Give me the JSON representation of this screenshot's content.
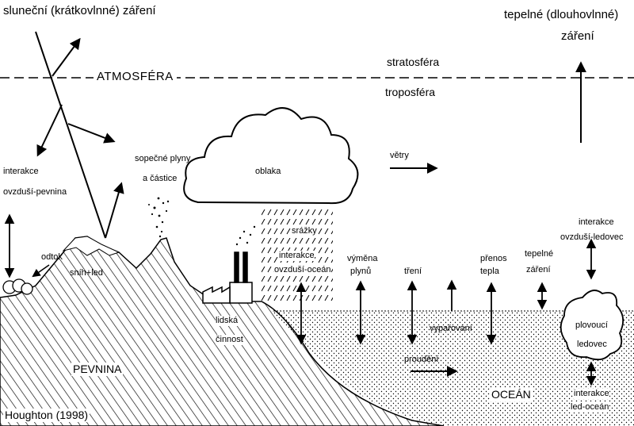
{
  "labels": {
    "solar": "sluneční (krátkovlnné) záření",
    "thermal_line1": "tepelné (dlouhovlnné)",
    "thermal_line2": "záření",
    "atmosphere": "ATMOSFÉRA",
    "stratosphere": "stratosféra",
    "troposphere": "troposféra",
    "air_land_1": "interakce",
    "air_land_2": "ovzduší-pevnina",
    "volcanic_1": "sopečné plyny",
    "volcanic_2": "a částice",
    "clouds": "oblaka",
    "winds": "větry",
    "runoff": "odtok",
    "snow_ice": "sníh+led",
    "precip": "srážky",
    "air_ocean_1": "interakce",
    "air_ocean_2": "ovzduší-oceán",
    "gas_1": "výměna",
    "gas_2": "plynů",
    "friction": "tření",
    "heat_1": "přenos",
    "heat_2": "tepla",
    "thermal_rad_1": "tepelné",
    "thermal_rad_2": "záření",
    "air_ice_1": "interakce",
    "air_ice_2": "ovzduší-ledovec",
    "evaporation": "vypařování",
    "human_1": "lidská",
    "human_2": "činnost",
    "land": "PEVNINA",
    "currents": "proudění",
    "ocean": "OCEÁN",
    "floating_1": "plovoucí",
    "floating_2": "ledovec",
    "ice_ocean_1": "interakce",
    "ice_ocean_2": "led-oceán",
    "source": "Houghton (1998)"
  },
  "colors": {
    "ink": "#000000",
    "paper": "#ffffff"
  }
}
